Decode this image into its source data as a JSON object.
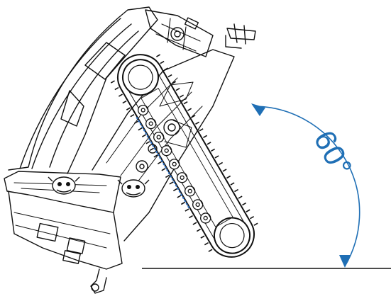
{
  "diagram": {
    "angle_label": "60°",
    "angle_degrees": 60,
    "colors": {
      "annotation": "#1f6fb5",
      "line_art": "#111111",
      "background": "#ffffff"
    },
    "icons": [
      "robot-mascot-emblem",
      "robot-mascot-emblem"
    ]
  }
}
